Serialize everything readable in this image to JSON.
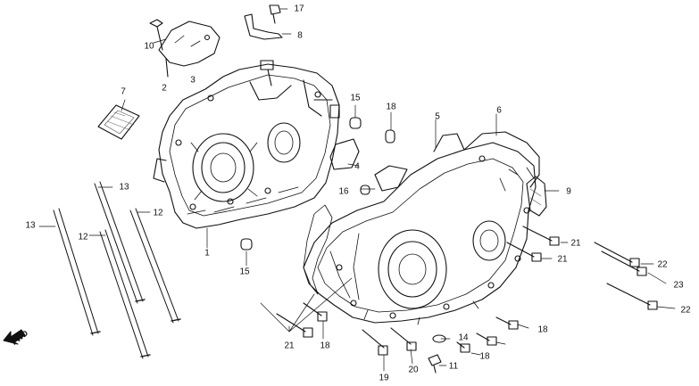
{
  "diagram": {
    "direction_marker": "FWD",
    "colors": {
      "ink": "#111111",
      "paper": "#ffffff",
      "hatch": "#555555"
    },
    "callouts": [
      {
        "id": "c1",
        "text": "1"
      },
      {
        "id": "c2",
        "text": "2"
      },
      {
        "id": "c3",
        "text": "3"
      },
      {
        "id": "c4",
        "text": "4"
      },
      {
        "id": "c5",
        "text": "5"
      },
      {
        "id": "c6",
        "text": "6"
      },
      {
        "id": "c7",
        "text": "7"
      },
      {
        "id": "c8",
        "text": "8"
      },
      {
        "id": "c9",
        "text": "9"
      },
      {
        "id": "c10",
        "text": "10"
      },
      {
        "id": "c11",
        "text": "11"
      },
      {
        "id": "c12a",
        "text": "12"
      },
      {
        "id": "c12b",
        "text": "12"
      },
      {
        "id": "c13a",
        "text": "13"
      },
      {
        "id": "c13b",
        "text": "13"
      },
      {
        "id": "c14",
        "text": "14"
      },
      {
        "id": "c15a",
        "text": "15"
      },
      {
        "id": "c15b",
        "text": "15"
      },
      {
        "id": "c16",
        "text": "16"
      },
      {
        "id": "c17",
        "text": "17"
      },
      {
        "id": "c18a",
        "text": "18"
      },
      {
        "id": "c18b",
        "text": "18"
      },
      {
        "id": "c18c",
        "text": "18"
      },
      {
        "id": "c18d",
        "text": "18"
      },
      {
        "id": "c19",
        "text": "19"
      },
      {
        "id": "c20",
        "text": "20"
      },
      {
        "id": "c21a",
        "text": "21"
      },
      {
        "id": "c21b",
        "text": "21"
      },
      {
        "id": "c21c",
        "text": "21"
      },
      {
        "id": "c22a",
        "text": "22"
      },
      {
        "id": "c22b",
        "text": "22"
      },
      {
        "id": "c23",
        "text": "23"
      }
    ]
  }
}
